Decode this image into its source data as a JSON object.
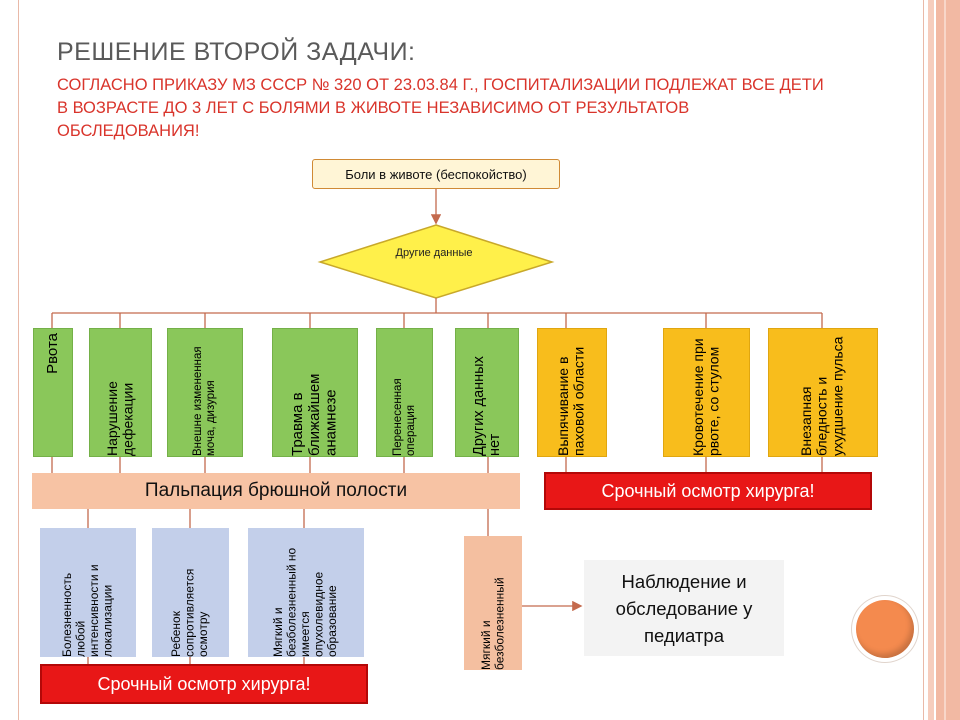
{
  "slide": {
    "title": "РЕШЕНИЕ ВТОРОЙ ЗАДАЧИ:",
    "subtitle": "СОГЛАСНО ПРИКАЗУ МЗ СССР № 320 ОТ 23.03.84 Г., ГОСПИТАЛИЗАЦИИ ПОДЛЕЖАТ ВСЕ ДЕТИ В ВОЗРАСТЕ ДО 3 ЛЕТ С БОЛЯМИ В ЖИВОТЕ НЕЗАВИСИМО ОТ РЕЗУЛЬТАТОВ ОБСЛЕДОВАНИЯ!"
  },
  "flow": {
    "start": "Боли в животе (беспокойство)",
    "decision": "Другие данные",
    "symptoms": [
      "Рвота",
      "Нарушение дефекации",
      "Внешне измененная моча, дизурия",
      "Травма в ближайшем анамнезе",
      "Перенесенная операция",
      "Других данных нет",
      "Выпячивание в паховой области",
      "Кровотечение при рвоте, со стулом",
      "Внезапная бледность и ухудшение пульса"
    ],
    "palpation": "Пальпация брюшной полости",
    "urgent_top": "Срочный осмотр хирурга!",
    "findings": [
      "Болезненность любой интенсивности и локализации",
      "Ребенок сопротивляется осмотру",
      "Мягкий и безболезненный но имеется опухолевидное образование"
    ],
    "urgent_bottom": "Срочный осмотр хирурга!",
    "soft": "Мягкий и безболезненный",
    "observation": "Наблюдение и обследование у педиатра"
  },
  "colors": {
    "accent_red": "#e81717",
    "green": "#8ac75a",
    "yellow": "#f8bd1c",
    "peach": "#f7c3a4",
    "blue": "#c3cfea",
    "decision_fill": "#fff04a"
  }
}
